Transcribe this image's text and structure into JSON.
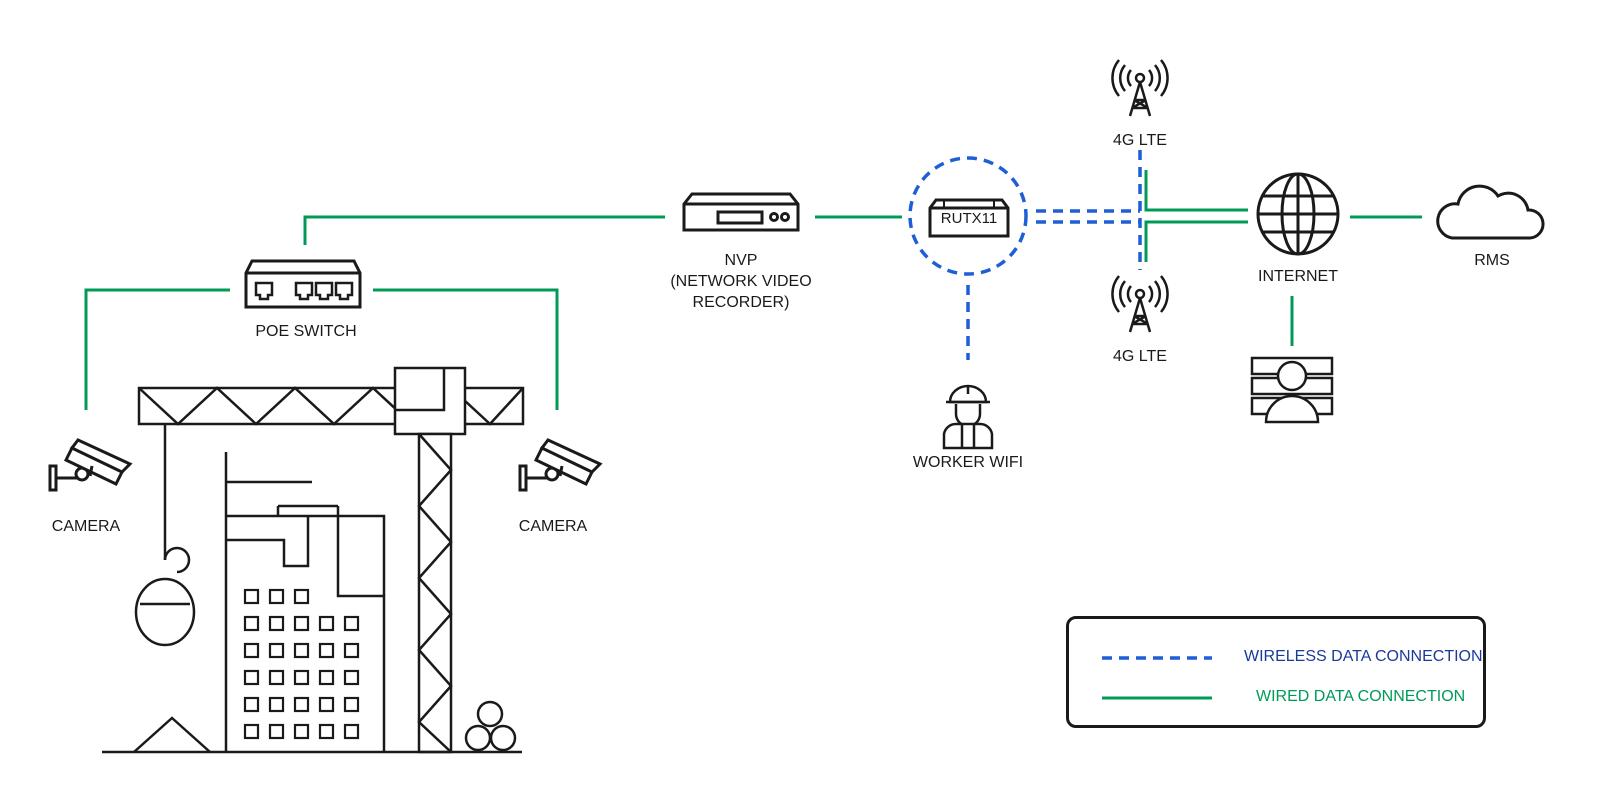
{
  "labels": {
    "poe_switch": "POE SWITCH",
    "nvr_line1": "NVP",
    "nvr_line2": "(NETWORK VIDEO",
    "nvr_line3": "RECORDER)",
    "router": "RUTX11",
    "lte_top": "4G LTE",
    "lte_bottom": "4G LTE",
    "internet": "INTERNET",
    "rms": "RMS",
    "worker_wifi": "WORKER WIFI",
    "camera_left": "CAMERA",
    "camera_right": "CAMERA"
  },
  "legend": {
    "wireless": "WIRELESS DATA CONNECTION",
    "wired": "WIRED DATA CONNECTION"
  },
  "colors": {
    "wired": "#009a57",
    "wireless": "#1f5fd6",
    "wireless_text": "#1a3a9a",
    "wired_text": "#009a57",
    "ink": "#1a1a1a"
  },
  "icons": [
    "poe-switch-icon",
    "nvr-icon",
    "router-icon",
    "cell-tower-icon",
    "globe-icon",
    "cloud-icon",
    "worker-icon",
    "security-camera-icon",
    "admin-user-icon",
    "tower-crane-icon",
    "building-icon"
  ]
}
